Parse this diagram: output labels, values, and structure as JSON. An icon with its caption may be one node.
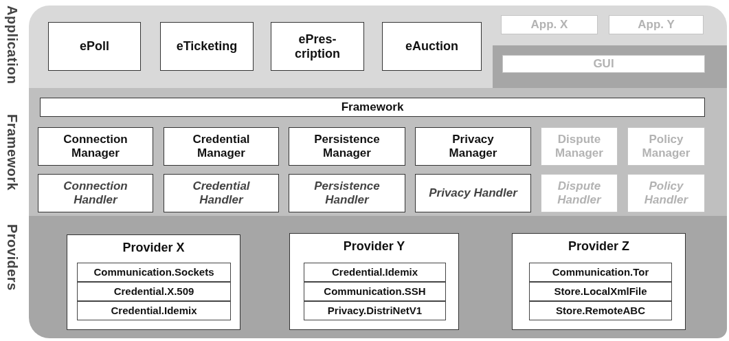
{
  "diagram": {
    "nodes": [
      {
        "text": [
          "Application"
        ]
      },
      {
        "text": [
          "ePoll"
        ],
        "in": 0
      },
      {
        "text": [
          "eTicketing"
        ],
        "in": 0
      },
      {
        "text": [
          "ePres- cription"
        ],
        "in": 0
      },
      {
        "text": [
          "eAuction"
        ],
        "in": 0
      },
      {
        "text": [
          "App. X"
        ],
        "in": 0
      },
      {
        "text": [
          "App. Y"
        ],
        "in": 0
      },
      {
        "text": [],
        "shape": "box",
        "in": 0
      },
      {
        "text": [
          "GUI"
        ],
        "in": 7
      },
      {
        "text": [
          "Framework"
        ]
      },
      {
        "text": [
          "Framework"
        ],
        "in": 9
      },
      {
        "text": [
          "Connection Manager"
        ],
        "in": 9
      },
      {
        "text": [
          "Credential Manager"
        ],
        "in": 9
      },
      {
        "text": [
          "Persistence Manager"
        ],
        "in": 9
      },
      {
        "text": [
          "Privacy Manager"
        ],
        "in": 9
      },
      {
        "text": [
          "Dispute Manager"
        ],
        "in": 9
      },
      {
        "text": [
          "Policy Manager"
        ],
        "in": 9
      },
      {
        "text": [
          "Connection Handler"
        ],
        "in": 9
      },
      {
        "text": [
          "Credential Handler"
        ],
        "in": 9
      },
      {
        "text": [
          "Persistence Handler"
        ],
        "in": 9
      },
      {
        "text": [
          "Privacy Handler"
        ],
        "in": 9
      },
      {
        "text": [
          "Dispute Handler"
        ],
        "in": 9
      },
      {
        "text": [
          "Policy Handler"
        ],
        "in": 9
      },
      {
        "text": [
          "Providers"
        ]
      },
      {
        "text": [
          "Provider X"
        ],
        "in": 23
      },
      {
        "text": [
          "Communication.Sockets"
        ],
        "in": 24
      },
      {
        "text": [
          "Credential.X.509"
        ],
        "in": 24
      },
      {
        "text": [
          "Credential.Idemix"
        ],
        "in": 24
      },
      {
        "text": [
          "Provider Y"
        ],
        "in": 23
      },
      {
        "text": [
          "Credential.Idemix"
        ],
        "in": 28
      },
      {
        "text": [
          "Communication.SSH"
        ],
        "in": 28
      },
      {
        "text": [
          "Privacy.DistriNetV1"
        ],
        "in": 28
      },
      {
        "text": [
          "Provider Z"
        ],
        "in": 23
      },
      {
        "text": [
          "Communication.Tor"
        ],
        "in": 32
      },
      {
        "text": [
          "Store.LocalXmlFile"
        ],
        "in": 32
      },
      {
        "text": [
          "Store.RemoteABC"
        ],
        "in": 32
      }
    ]
  }
}
